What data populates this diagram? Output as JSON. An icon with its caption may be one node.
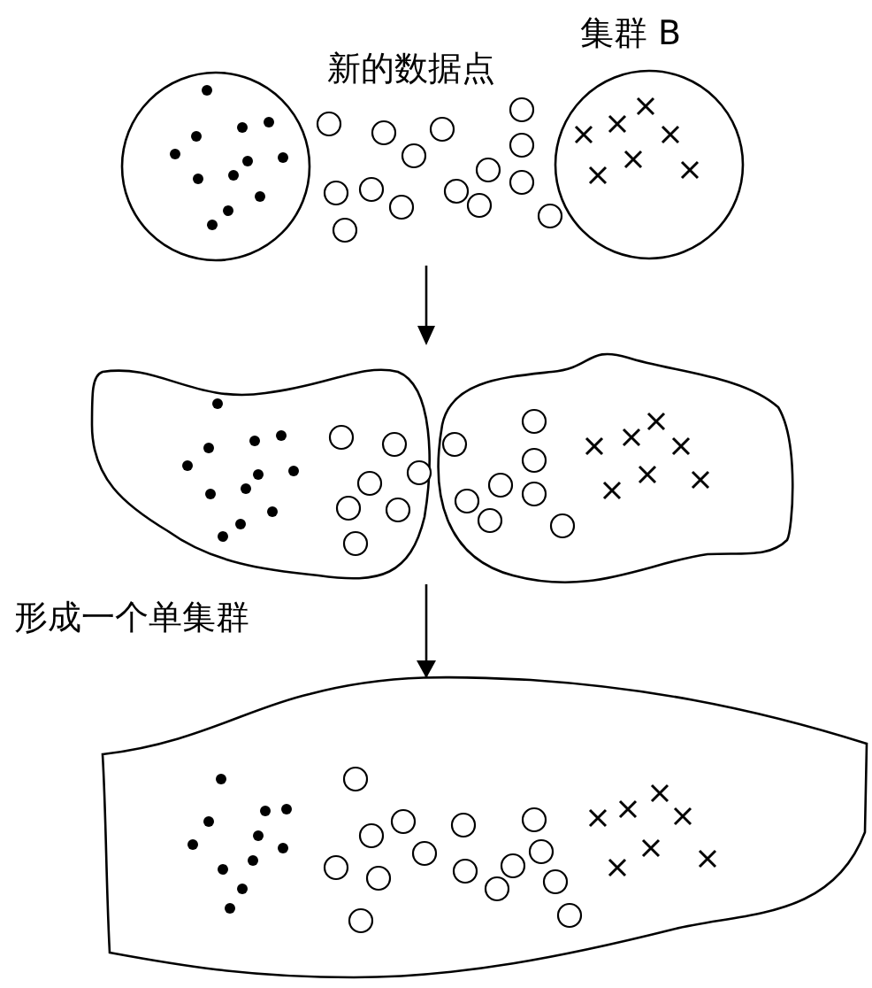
{
  "diagram": {
    "nodes": [
      {
        "text": [],
        "shape": "circle"
      },
      {
        "text": [
          "集群 B"
        ]
      },
      {
        "text": [],
        "shape": "cloud"
      },
      {
        "text": [],
        "shape": "cloud"
      },
      {
        "text": [],
        "shape": "cloud"
      }
    ],
    "edges": [
      {
        "from": null,
        "to": 4,
        "arrow": "to"
      }
    ],
    "labels": [
      "新的数据点",
      "形成一个单集群"
    ]
  }
}
